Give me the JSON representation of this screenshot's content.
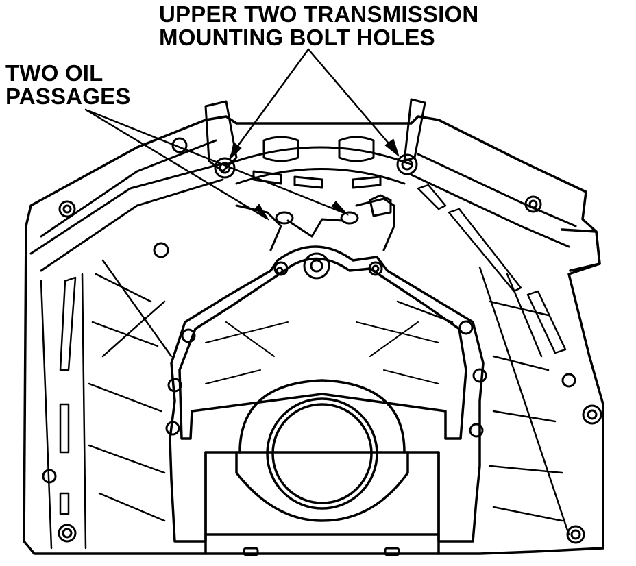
{
  "callouts": {
    "upper": {
      "line1": "UPPER TWO TRANSMISSION",
      "line2": "MOUNTING BOLT HOLES"
    },
    "oil": {
      "line1": "TWO OIL",
      "line2": "PASSAGES"
    }
  },
  "colors": {
    "ink": "#000000",
    "paper": "#ffffff"
  }
}
